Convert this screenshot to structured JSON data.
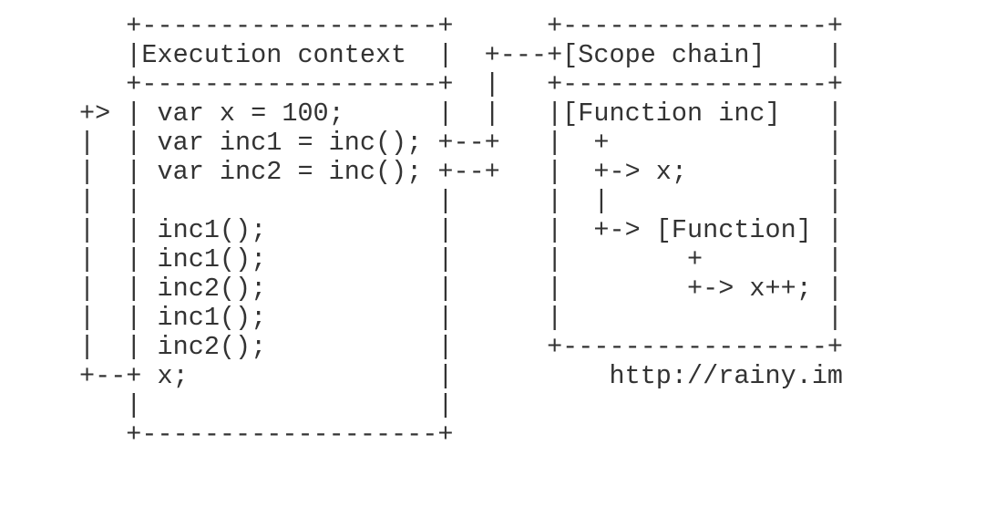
{
  "page": {
    "background_color": "#ffffff",
    "text_color": "#333333"
  },
  "diagram": {
    "kind": "ascii-art",
    "lines": [
      "   +-------------------+      +-----------------+",
      "   |Execution context  |  +---+[Scope chain]    |",
      "   +-------------------+  |   +-----------------+",
      "+> | var x = 100;      |  |   |[Function inc]   |",
      "|  | var inc1 = inc(); +--+   |  +              |",
      "|  | var inc2 = inc(); +--+   |  +-> x;         |",
      "|  |                   |      |  |              |",
      "|  | inc1();           |      |  +-> [Function] |",
      "|  | inc1();           |      |        +        |",
      "|  | inc2();           |      |        +-> x++; |",
      "|  | inc1();           |      |                 |",
      "|  | inc2();           |      +-----------------+",
      "+--+ x;                |          http://rainy.im",
      "   |                   |",
      "   +-------------------+"
    ],
    "semantics": {
      "left_box_title": "Execution context",
      "left_box_statements": [
        "var x = 100;",
        "var inc1 = inc();",
        "var inc2 = inc();",
        "inc1();",
        "inc1();",
        "inc2();",
        "inc1();",
        "inc2();",
        "x;"
      ],
      "right_box_title": "[Scope chain]",
      "right_box_entries": [
        "[Function inc]",
        "x;",
        "[Function]",
        "x++;"
      ],
      "credit_url": "http://rainy.im"
    }
  }
}
